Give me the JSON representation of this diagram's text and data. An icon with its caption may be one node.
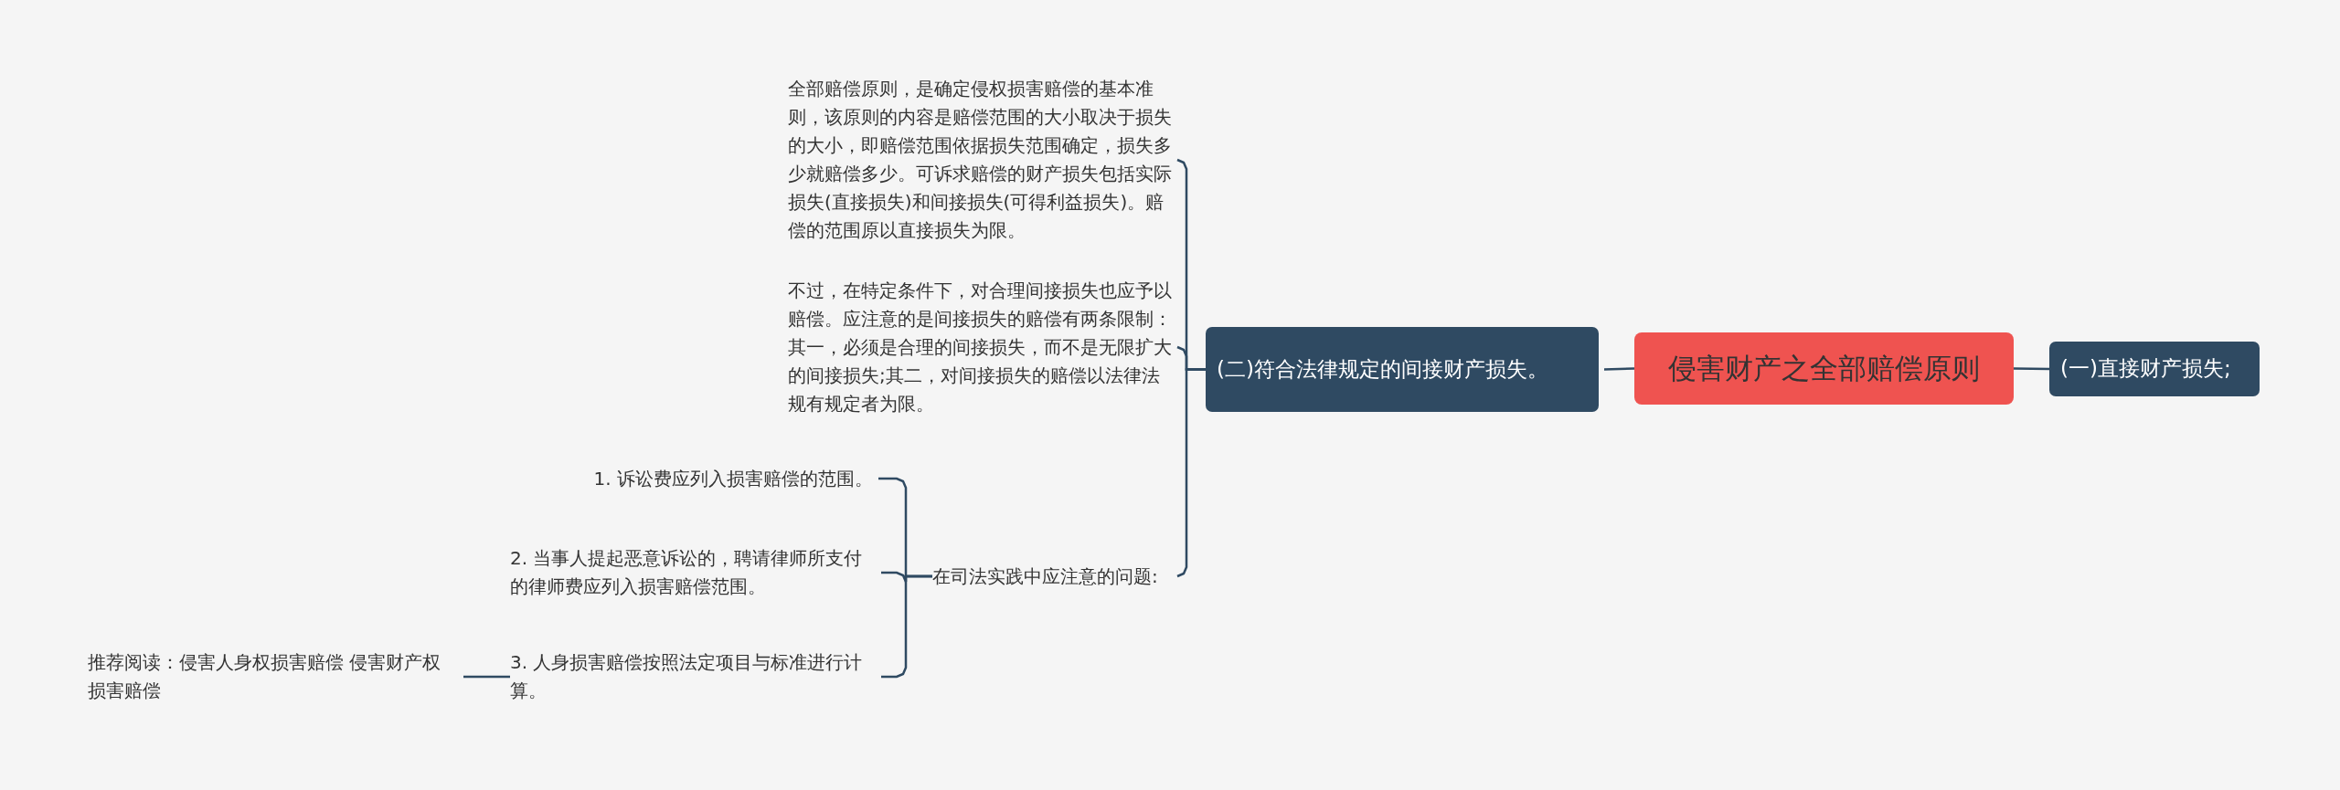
{
  "diagram": {
    "nodes": [
      {
        "text": [
          "侵害财产之全部赔偿原则"
        ]
      },
      {
        "text": [
          "(一)直接财产损失;"
        ]
      },
      {
        "text": [
          "(二)符合法律规定的间接财产损失。"
        ]
      },
      {
        "text": [
          "全部赔偿原则，是确定侵权损害赔偿的基本准则，该原则的内容是赔偿范围的大小取决于损失的大小，即赔偿范围依据损失范围确定，损失多少就赔偿多少。可诉求赔偿的财产损失包括实际损失(直接损失)和间接损失(可得利益损失)。赔偿的范围原以直接损失为限。"
        ]
      },
      {
        "text": [
          "不过，在特定条件下，对合理间接损失也应予以赔偿。应注意的是间接损失的赔偿有两条限制：其一，必须是合理的间接损失，而不是无限扩大的间接损失;其二，对间接损失的赔偿以法律法规有规定者为限。"
        ]
      },
      {
        "text": [
          "在司法实践中应注意的问题:"
        ]
      },
      {
        "text": [
          "1. 诉讼费应列入损害赔偿的范围。"
        ]
      },
      {
        "text": [
          "2. 当事人提起恶意诉讼的，聘请律师所支付的律师费应列入损害赔偿范围。"
        ]
      },
      {
        "text": [
          "3. 人身损害赔偿按照法定项目与标准进行计算。"
        ]
      },
      {
        "text": [
          "推荐阅读：侵害人身权损害赔偿 侵害财产权损害赔偿"
        ]
      }
    ],
    "edges": [
      {
        "from": 0,
        "to": 1,
        "arrow": "none"
      },
      {
        "from": 0,
        "to": 2,
        "arrow": "none"
      },
      {
        "from": 2,
        "to": 3,
        "arrow": "none"
      },
      {
        "from": 2,
        "to": 4,
        "arrow": "none"
      },
      {
        "from": 2,
        "to": 5,
        "arrow": "none"
      },
      {
        "from": 5,
        "to": 6,
        "arrow": "none"
      },
      {
        "from": 5,
        "to": 7,
        "arrow": "none"
      },
      {
        "from": 5,
        "to": 8,
        "arrow": "none"
      },
      {
        "from": 8,
        "to": 9,
        "arrow": "none"
      }
    ]
  }
}
